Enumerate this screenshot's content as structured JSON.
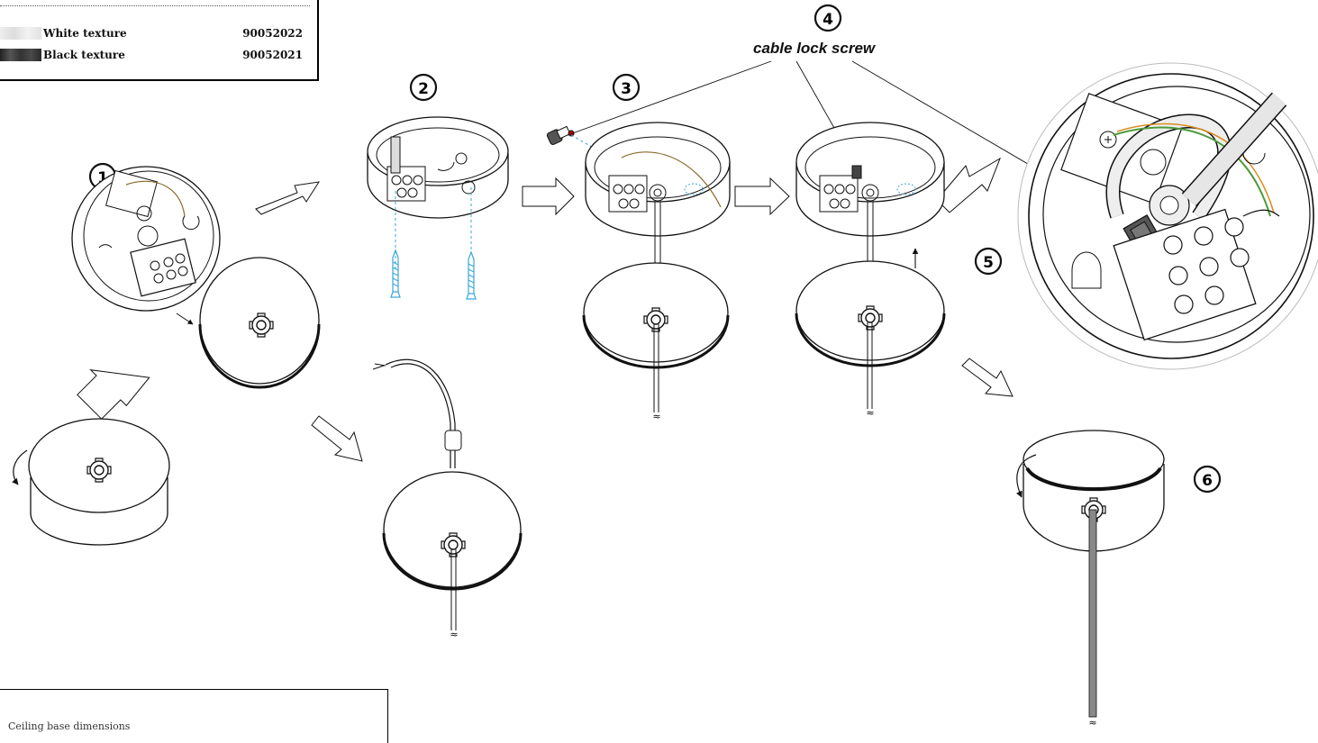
{
  "variants": [
    {
      "name": "White texture",
      "code": "90052022"
    },
    {
      "name": "Black texture",
      "code": "90052021"
    }
  ],
  "steps": [
    "1",
    "2",
    "3",
    "4",
    "5",
    "6"
  ],
  "callout": "cable lock screw",
  "dimensions_title": "Ceiling base dimensions",
  "cable_break_symbol": "≈",
  "colors": {
    "line": "#111111",
    "screw_blue": "#3aa6d8",
    "wire_green": "#4a9a3a",
    "wire_orange": "#d98c1f",
    "cable_gray": "#888888"
  },
  "icons": [
    "step-arrow-icon",
    "rotate-arrow-icon",
    "screw-icon",
    "cable-lock-screw-icon",
    "magnifier-circle"
  ]
}
